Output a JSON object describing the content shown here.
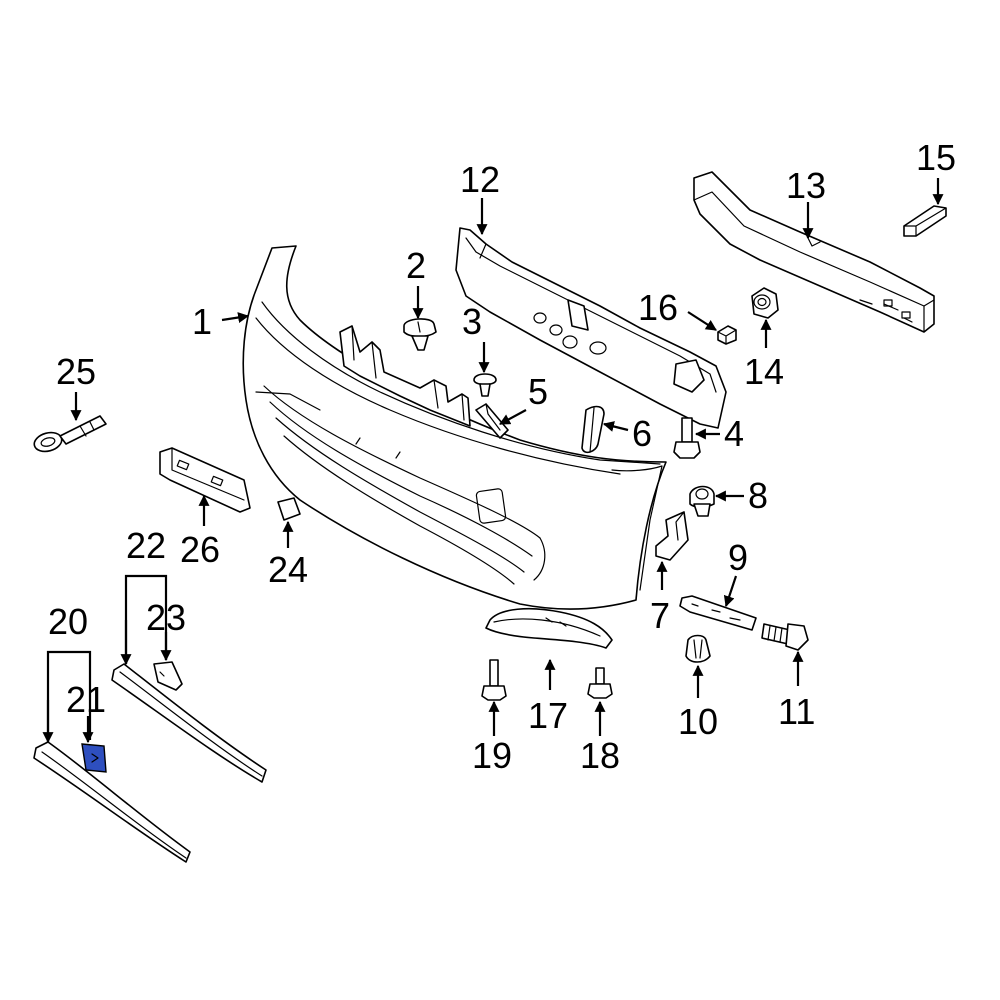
{
  "diagram": {
    "highlight_color": "#2e4fbf",
    "labels": [
      "1",
      "2",
      "3",
      "4",
      "5",
      "6",
      "7",
      "8",
      "9",
      "10",
      "11",
      "12",
      "13",
      "14",
      "15",
      "16",
      "17",
      "18",
      "19",
      "20",
      "21",
      "22",
      "23",
      "24",
      "25",
      "26"
    ],
    "highlighted_part": "21"
  }
}
